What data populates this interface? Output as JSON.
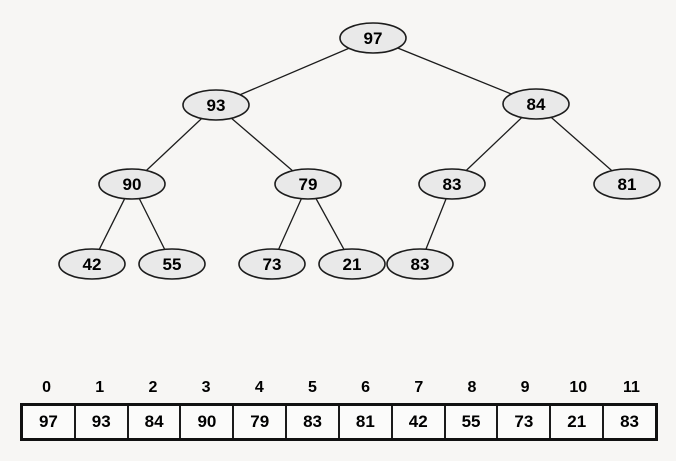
{
  "diagram": {
    "type": "binary-max-heap",
    "nodes": [
      {
        "value": "97"
      },
      {
        "value": "93"
      },
      {
        "value": "84"
      },
      {
        "value": "90"
      },
      {
        "value": "79"
      },
      {
        "value": "83"
      },
      {
        "value": "81"
      },
      {
        "value": "42"
      },
      {
        "value": "55"
      },
      {
        "value": "73"
      },
      {
        "value": "21"
      },
      {
        "value": "83"
      }
    ],
    "edges": [
      [
        0,
        1
      ],
      [
        0,
        2
      ],
      [
        1,
        3
      ],
      [
        1,
        4
      ],
      [
        2,
        5
      ],
      [
        2,
        6
      ],
      [
        3,
        7
      ],
      [
        3,
        8
      ],
      [
        4,
        9
      ],
      [
        4,
        10
      ],
      [
        5,
        11
      ]
    ],
    "array": {
      "indices": [
        "0",
        "1",
        "2",
        "3",
        "4",
        "5",
        "6",
        "7",
        "8",
        "9",
        "10",
        "11"
      ],
      "values": [
        "97",
        "93",
        "84",
        "90",
        "79",
        "83",
        "81",
        "42",
        "55",
        "73",
        "21",
        "83"
      ]
    }
  },
  "colors": {
    "background": "#f7f6f4",
    "node_fill": "#e9e9e9",
    "node_stroke": "#1c1c1c",
    "edge": "#1c1c1c",
    "text": "#000000",
    "array_border": "#111111",
    "cell_fill": "#fbfbfa"
  }
}
